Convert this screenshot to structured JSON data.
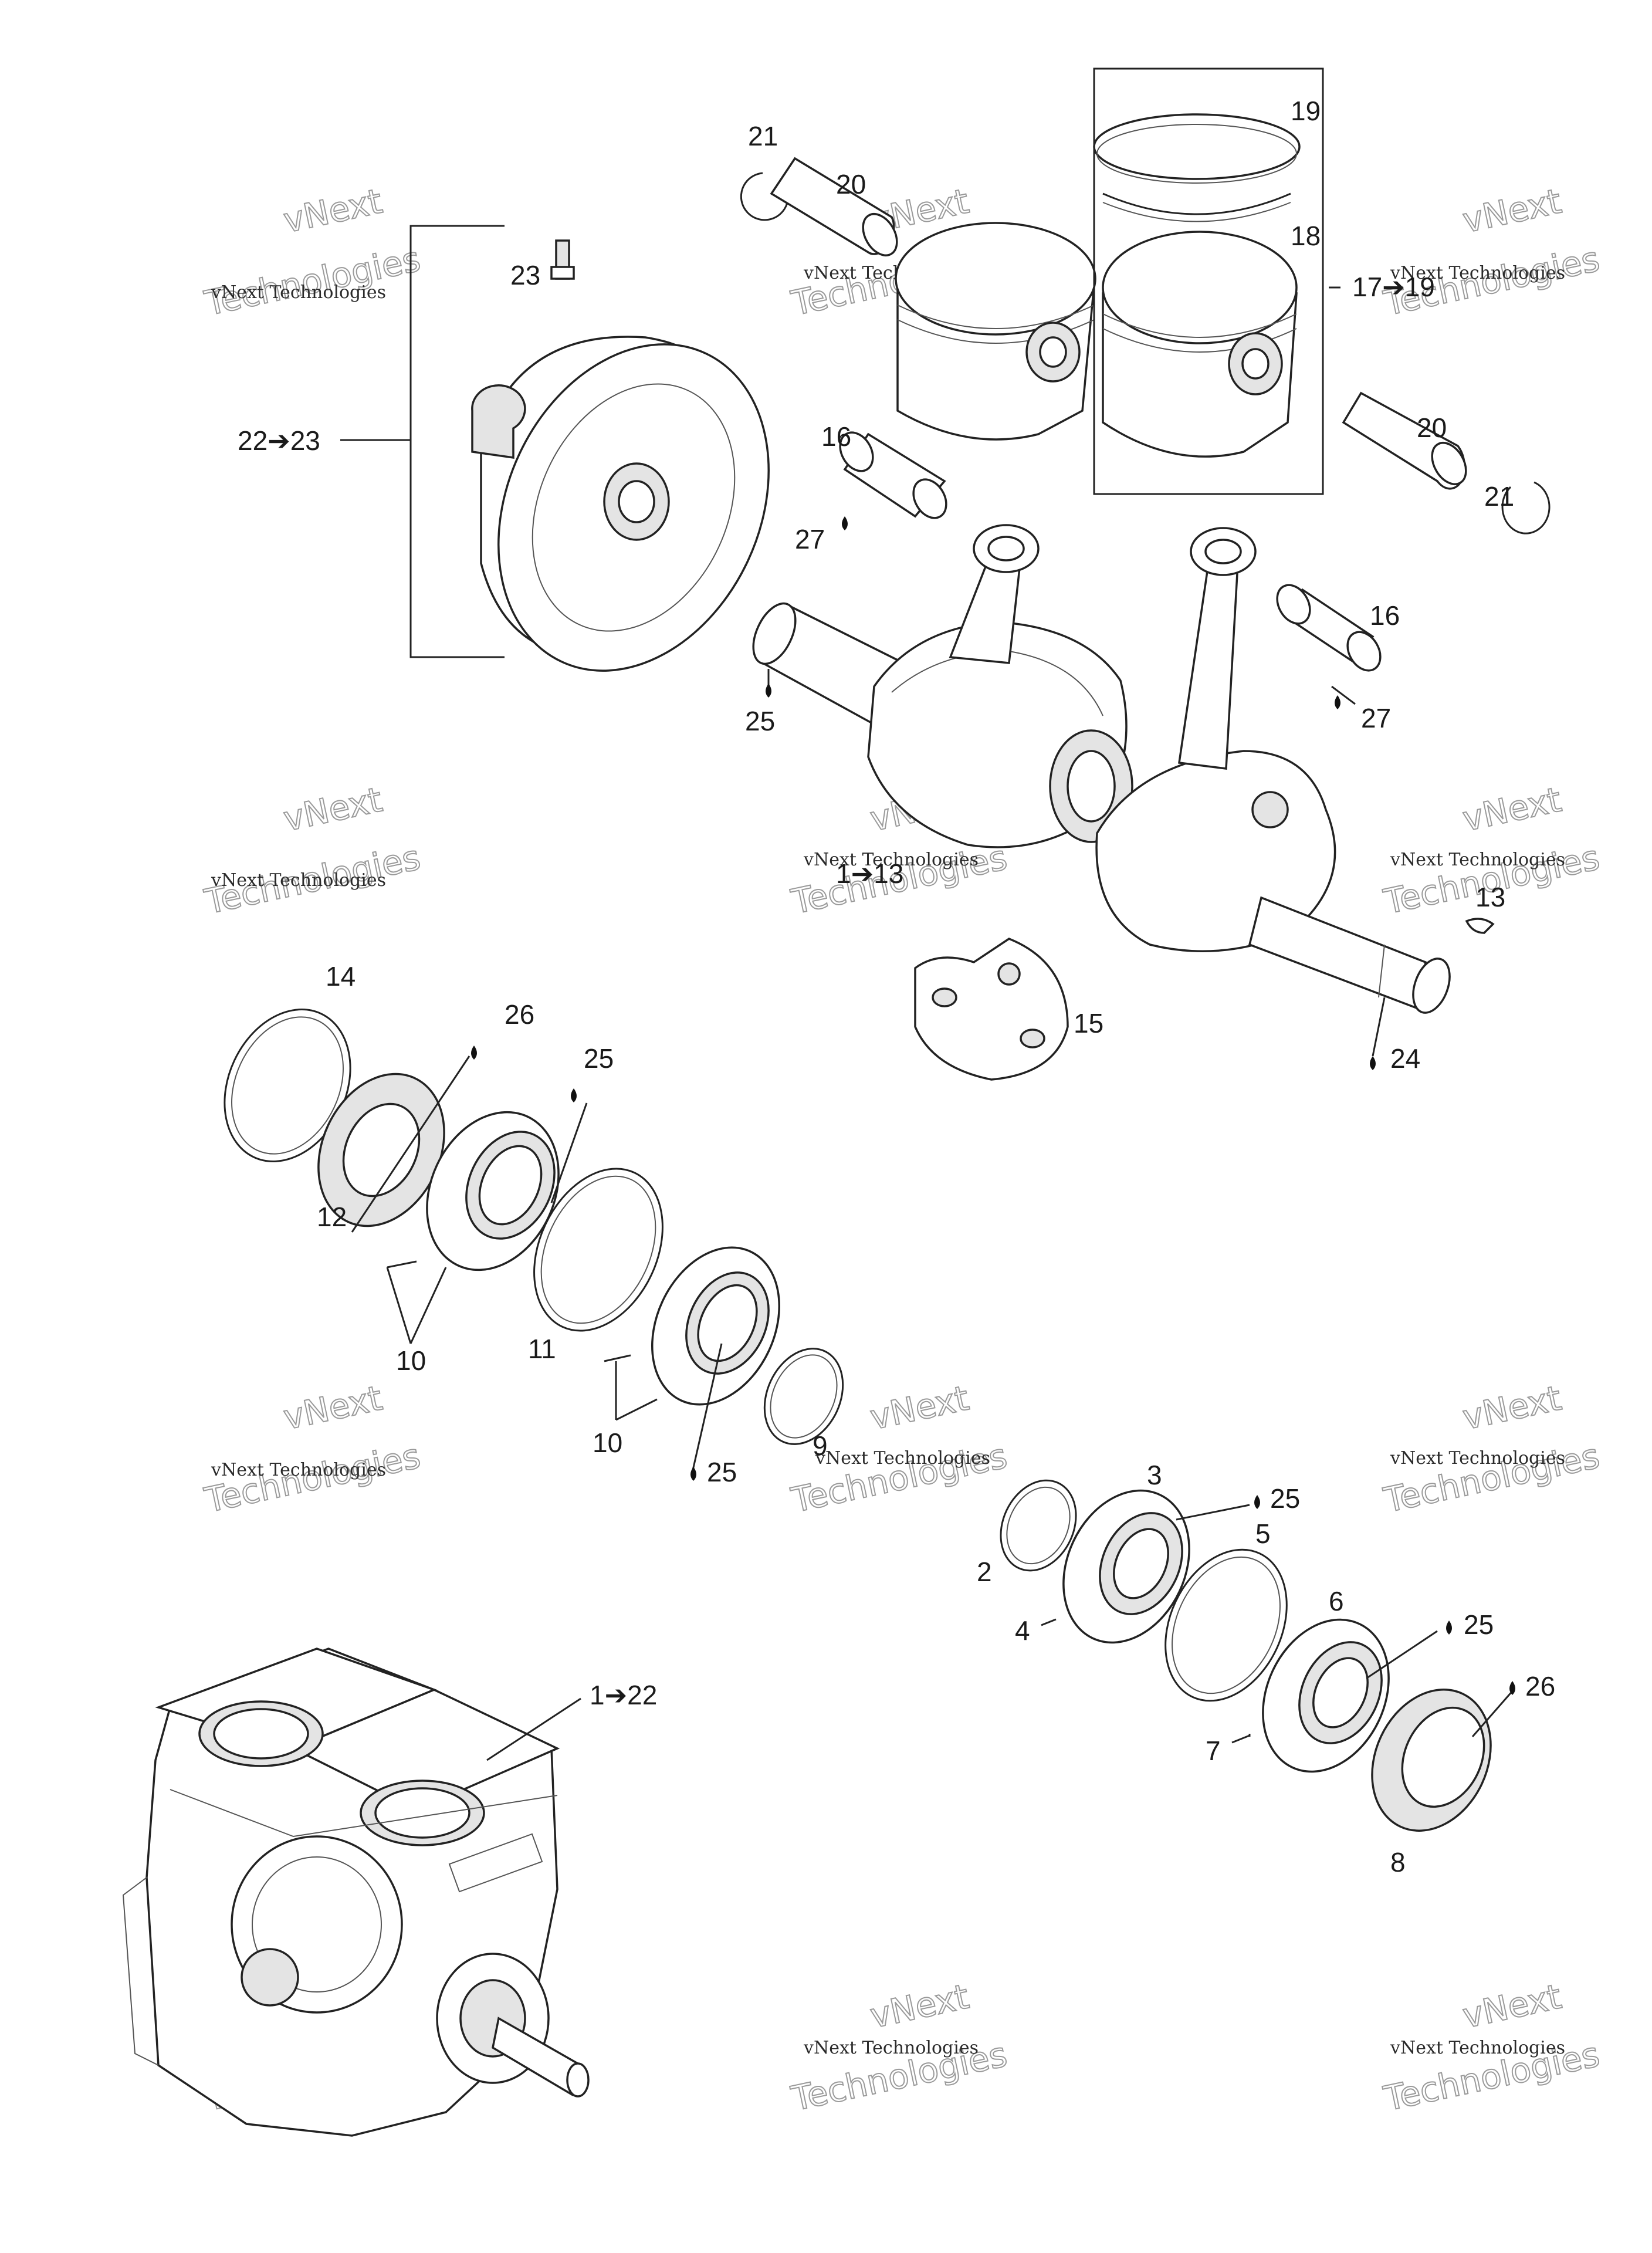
{
  "callouts": [
    {
      "id": "c21a",
      "text": "21"
    },
    {
      "id": "c20a",
      "text": "20"
    },
    {
      "id": "c19",
      "text": "19"
    },
    {
      "id": "c18",
      "text": "18"
    },
    {
      "id": "c17",
      "text": "17➔19"
    },
    {
      "id": "c23",
      "text": "23"
    },
    {
      "id": "c22",
      "text": "22➔23"
    },
    {
      "id": "c20b",
      "text": "20"
    },
    {
      "id": "c21b",
      "text": "21"
    },
    {
      "id": "c16a",
      "text": "16"
    },
    {
      "id": "c27a",
      "text": "27"
    },
    {
      "id": "c16b",
      "text": "16"
    },
    {
      "id": "c25a",
      "text": "25"
    },
    {
      "id": "c27b",
      "text": "27"
    },
    {
      "id": "c1to13",
      "text": "1➔13"
    },
    {
      "id": "c13",
      "text": "13"
    },
    {
      "id": "c15",
      "text": "15"
    },
    {
      "id": "c24",
      "text": "24"
    },
    {
      "id": "c14",
      "text": "14"
    },
    {
      "id": "c26a",
      "text": "26"
    },
    {
      "id": "c25b",
      "text": "25"
    },
    {
      "id": "c12",
      "text": "12"
    },
    {
      "id": "c10a",
      "text": "10"
    },
    {
      "id": "c11",
      "text": "11"
    },
    {
      "id": "c10b",
      "text": "10"
    },
    {
      "id": "c25c",
      "text": "25"
    },
    {
      "id": "c9",
      "text": "9"
    },
    {
      "id": "c3",
      "text": "3"
    },
    {
      "id": "c25d",
      "text": "25"
    },
    {
      "id": "c2",
      "text": "2"
    },
    {
      "id": "c5",
      "text": "5"
    },
    {
      "id": "c4",
      "text": "4"
    },
    {
      "id": "c6",
      "text": "6"
    },
    {
      "id": "c25e",
      "text": "25"
    },
    {
      "id": "c26b",
      "text": "26"
    },
    {
      "id": "c7",
      "text": "7"
    },
    {
      "id": "c8",
      "text": "8"
    },
    {
      "id": "c1to22",
      "text": "1➔22"
    }
  ],
  "watermark": {
    "line1": "vNext",
    "line2": "vNext Technologies",
    "line3": "Technologies"
  }
}
